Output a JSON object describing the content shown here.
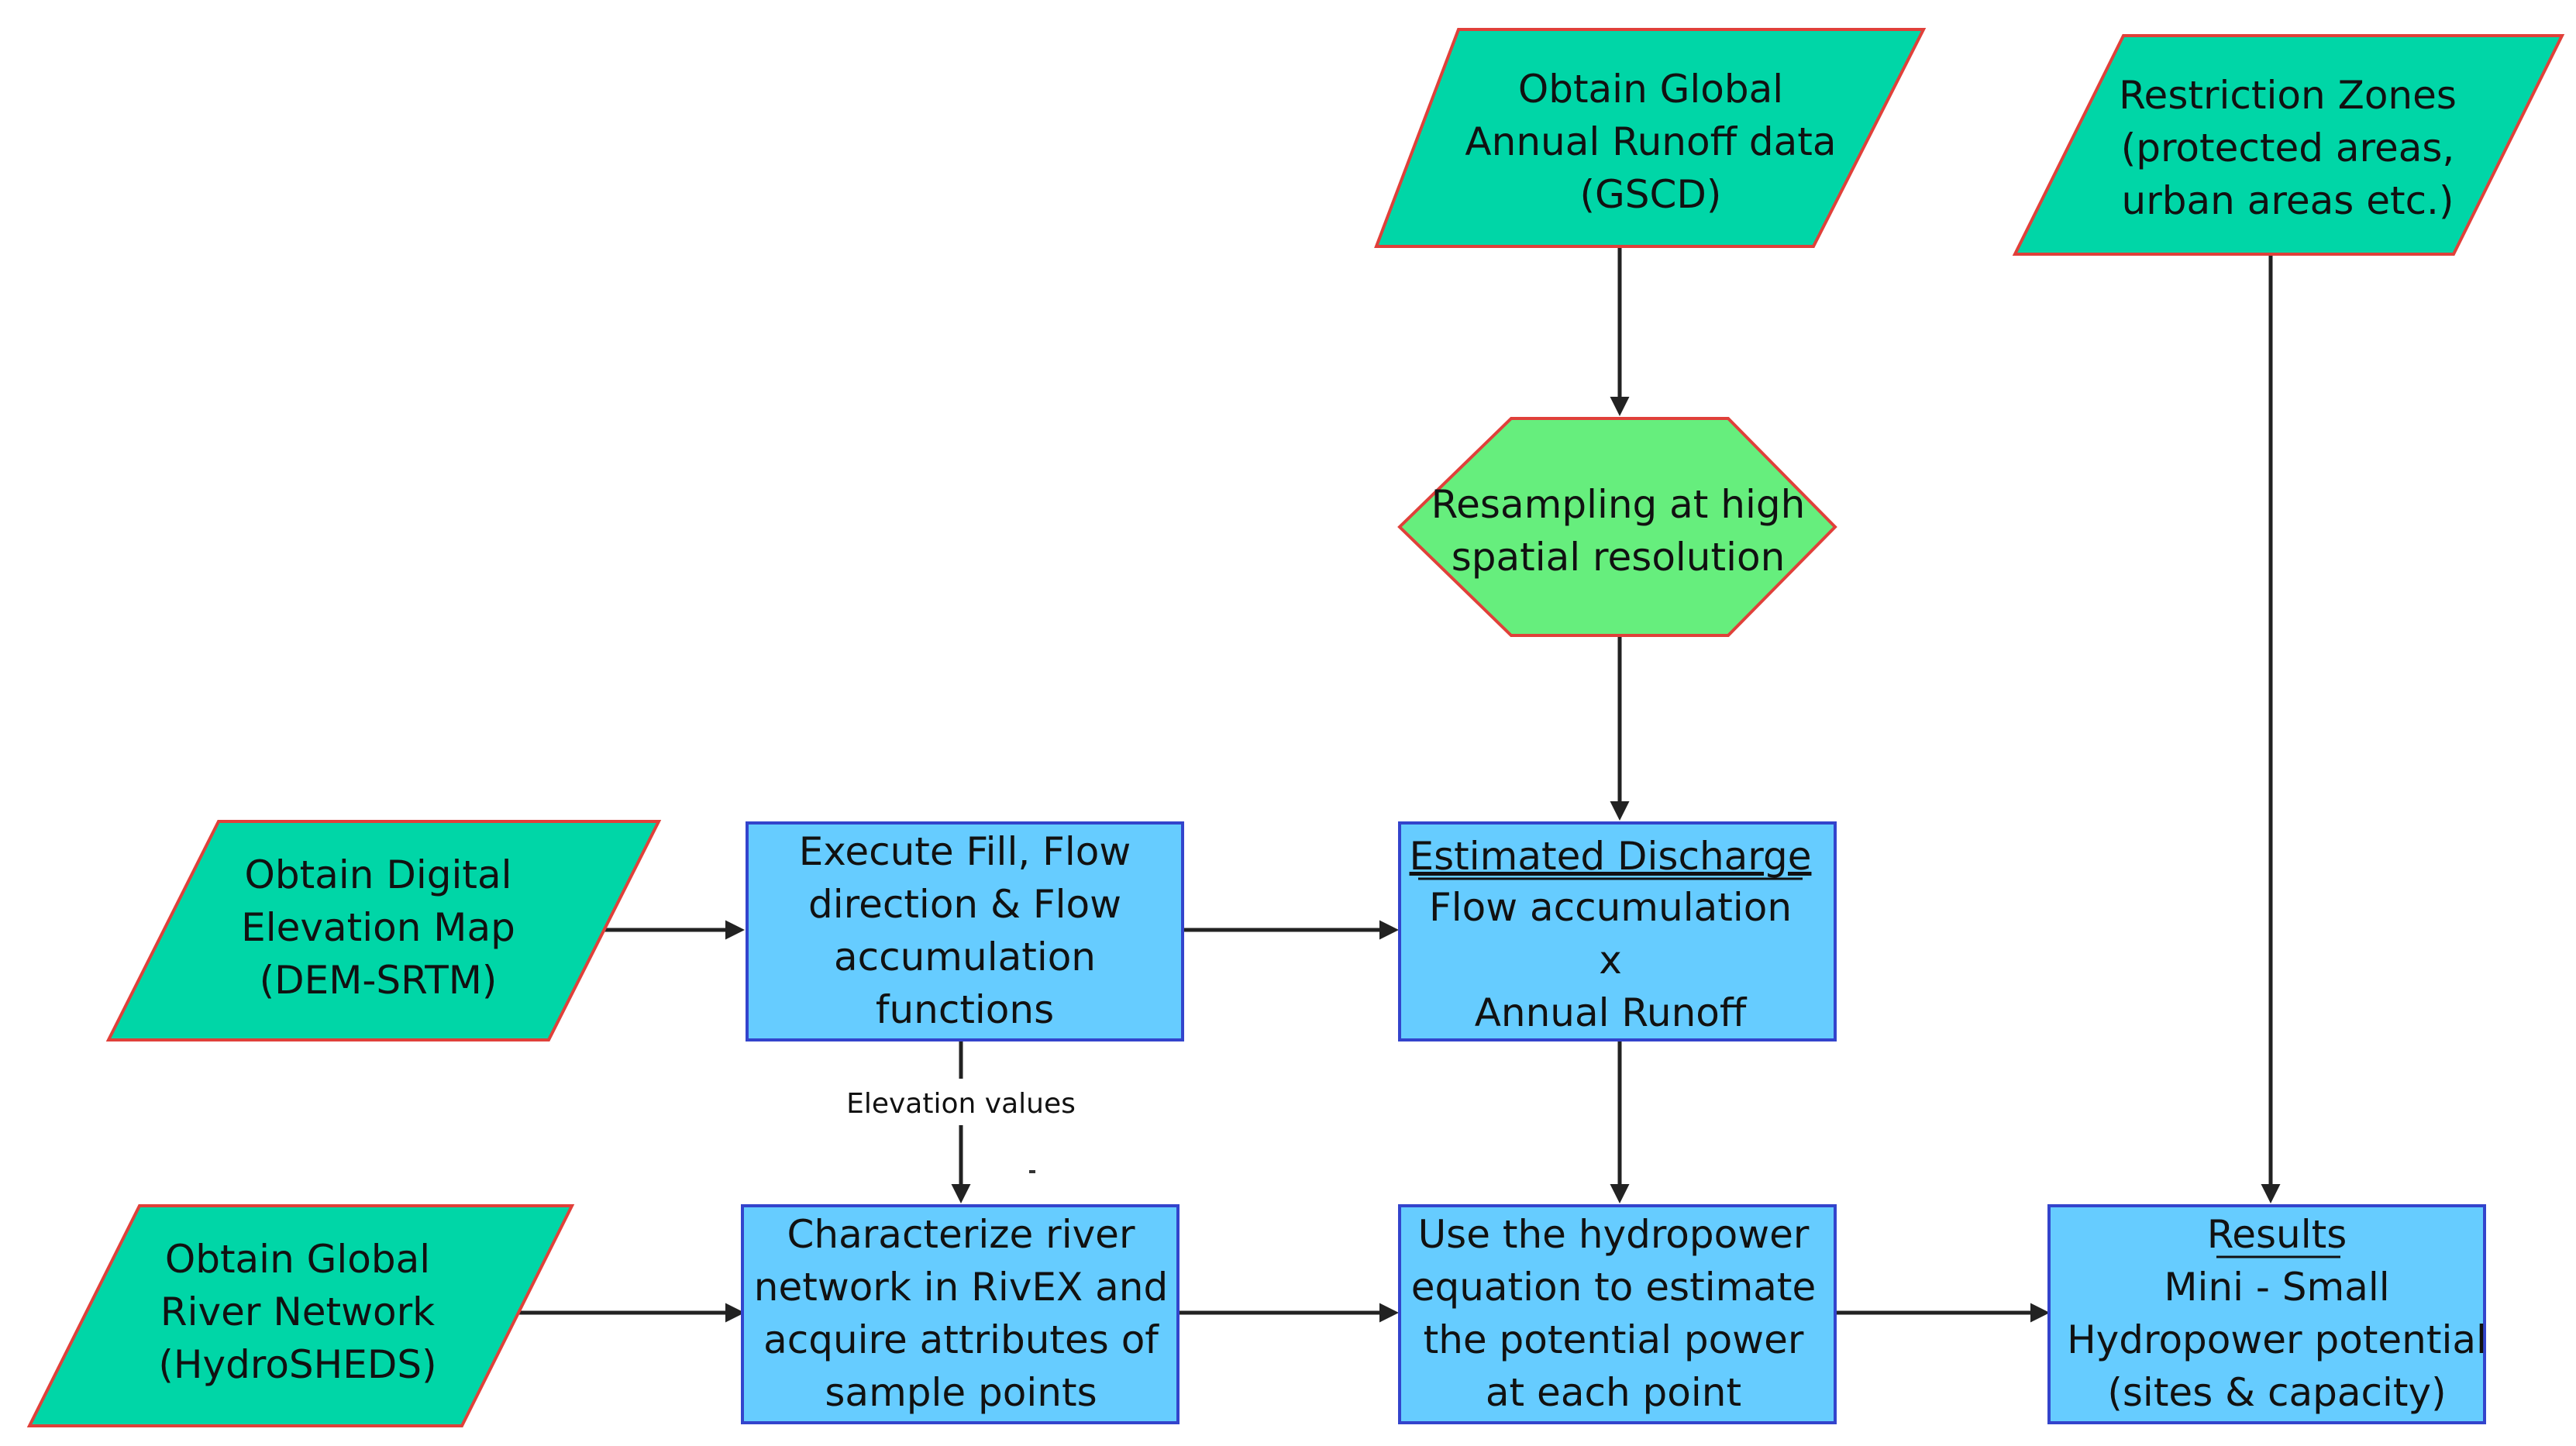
{
  "colors": {
    "data_input_fill": "#00d6a7",
    "data_input_stroke": "#e0403a",
    "process_fill": "#66ccff",
    "process_stroke": "#3344cc",
    "prep_fill": "#66ee7d",
    "prep_stroke": "#e0403a",
    "arrow": "#222222"
  },
  "nodes": {
    "runoff_data": {
      "shape": "parallelogram",
      "lines": [
        "Obtain Global",
        "Annual Runoff data",
        "(GSCD)"
      ]
    },
    "restriction_zones": {
      "shape": "parallelogram",
      "lines": [
        "Restriction Zones",
        "(protected areas,",
        "urban areas etc.)"
      ]
    },
    "resampling": {
      "shape": "hexagon",
      "lines": [
        "Resampling at high",
        "spatial resolution"
      ]
    },
    "dem": {
      "shape": "parallelogram",
      "lines": [
        "Obtain Digital",
        "Elevation Map",
        "(DEM-SRTM)"
      ]
    },
    "fill_flow": {
      "shape": "rectangle",
      "lines": [
        "Execute Fill, Flow",
        "direction & Flow",
        "accumulation",
        "functions"
      ]
    },
    "discharge": {
      "shape": "rectangle",
      "heading": "Estimated Discharge",
      "lines": [
        "Flow accumulation",
        "x",
        "Annual Runoff"
      ]
    },
    "river_network": {
      "shape": "parallelogram",
      "lines": [
        "Obtain Global",
        "River Network",
        "(HydroSHEDS)"
      ]
    },
    "characterize": {
      "shape": "rectangle",
      "lines": [
        "Characterize river",
        "network in RivEX and",
        "acquire attributes of",
        "sample points"
      ]
    },
    "hydropower_eq": {
      "shape": "rectangle",
      "lines": [
        "Use the hydropower",
        "equation to estimate",
        "the potential power",
        "at each point"
      ]
    },
    "results": {
      "shape": "rectangle",
      "heading": "Results",
      "lines": [
        "Mini - Small",
        "Hydropower potential",
        "(sites & capacity)"
      ]
    }
  },
  "edges": [
    {
      "from": "runoff_data",
      "to": "resampling"
    },
    {
      "from": "resampling",
      "to": "discharge"
    },
    {
      "from": "dem",
      "to": "fill_flow"
    },
    {
      "from": "fill_flow",
      "to": "discharge"
    },
    {
      "from": "fill_flow",
      "to": "characterize",
      "label": "Elevation values"
    },
    {
      "from": "discharge",
      "to": "hydropower_eq"
    },
    {
      "from": "river_network",
      "to": "characterize"
    },
    {
      "from": "characterize",
      "to": "hydropower_eq"
    },
    {
      "from": "hydropower_eq",
      "to": "results"
    },
    {
      "from": "restriction_zones",
      "to": "results"
    }
  ]
}
